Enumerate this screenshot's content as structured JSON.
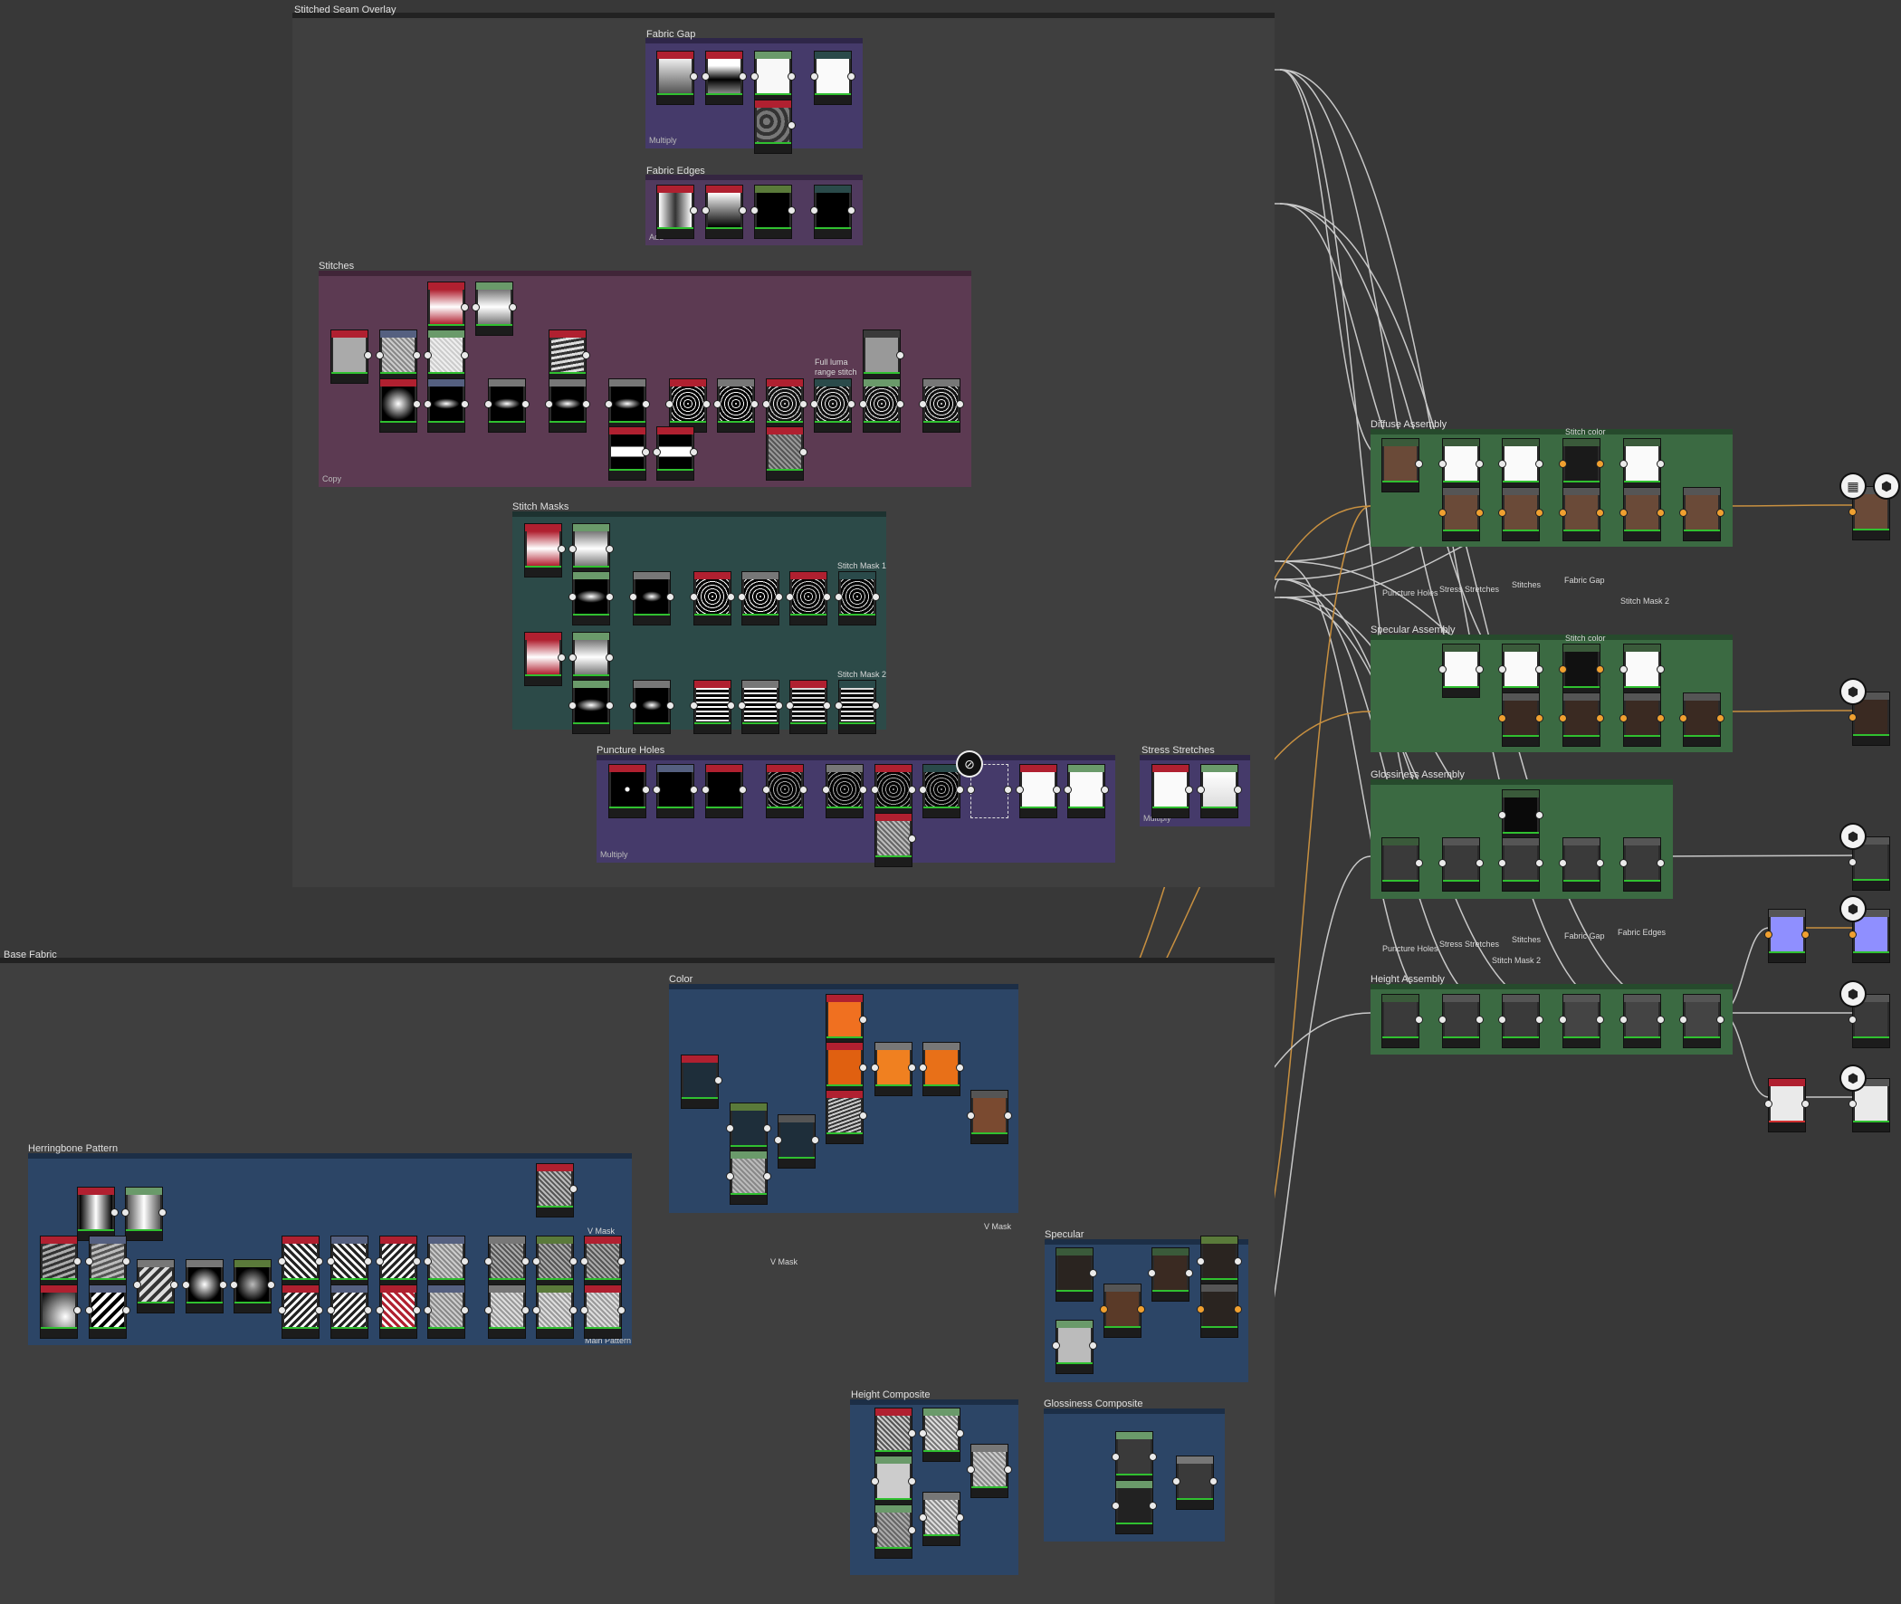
{
  "frames": {
    "stitched_seam_overlay": "Stitched Seam Overlay",
    "base_fabric": "Base Fabric",
    "fabric_gap": "Fabric Gap",
    "fabric_gap_mode": "Multiply",
    "fabric_edges": "Fabric Edges",
    "fabric_edges_mode": "Add",
    "stitches": "Stitches",
    "stitches_mode": "Copy",
    "stitch_masks": "Stitch Masks",
    "puncture_holes": "Puncture Holes",
    "puncture_holes_mode": "Multiply",
    "stress_stretches": "Stress Stretches",
    "stress_stretches_mode": "Multiply",
    "diffuse_assembly": "Diffuse Assembly",
    "specular_assembly": "Specular Assembly",
    "glossiness_assembly": "Glossiness Assembly",
    "height_assembly": "Height Assembly",
    "color": "Color",
    "herringbone_pattern": "Herringbone Pattern",
    "specular": "Specular",
    "height_composite": "Height Composite",
    "glossiness_composite": "Glossiness Composite"
  },
  "labels": {
    "full_luma_line1": "Full luma",
    "full_luma_line2": "range stitch",
    "stitch_mask_1": "Stitch Mask 1",
    "stitch_mask_2": "Stitch Mask 2",
    "stitch_color_1": "Stitch color",
    "stitch_color_2": "Stitch color",
    "puncture_holes_a": "Puncture Holes",
    "stress_stretches_a": "Stress Stretches",
    "stitches_a": "Stitches",
    "fabric_gap_a": "Fabric Gap",
    "stitch_mask_2_a": "Stitch Mask 2",
    "puncture_holes_b": "Puncture Holes",
    "stress_stretches_b": "Stress Stretches",
    "stitches_b": "Stitches",
    "fabric_gap_b": "Fabric Gap",
    "fabric_edges_b": "Fabric Edges",
    "stitch_mask_2_b": "Stitch Mask 2",
    "v_mask_1": "V Mask",
    "v_mask_2": "V Mask",
    "v_mask_3": "V Mask",
    "main_pattern": "Main Pattern"
  },
  "colors": {
    "background": "#383838",
    "group_dark": "#3f3f3f",
    "purple": "#453a6a",
    "violet": "#503a5e",
    "magenta": "#5c3a52",
    "teal": "#2c4a48",
    "green": "#3b6a42",
    "blue": "#2c4566",
    "wire": "#c8c8c8",
    "wire_amber": "#c89040"
  },
  "icons": {
    "output": "cube-icon",
    "output_alt": "checker-cube-icon",
    "bypass": "slash-circle-icon"
  }
}
